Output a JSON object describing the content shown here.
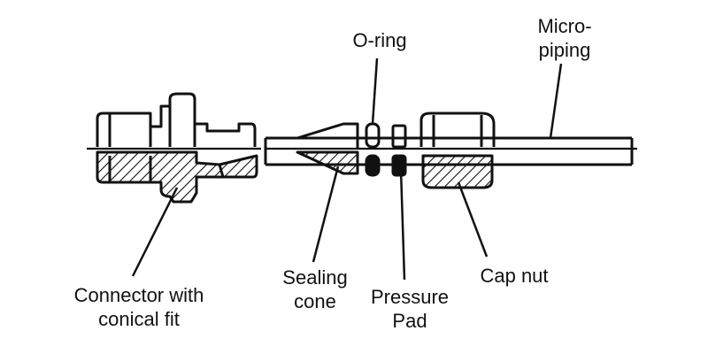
{
  "diagram": {
    "labels": {
      "connector": {
        "line1": "Connector with",
        "line2": "conical fit"
      },
      "sealing_cone": {
        "line1": "Sealing",
        "line2": "cone"
      },
      "pressure_pad": {
        "line1": "Pressure",
        "line2": "Pad"
      },
      "o_ring": {
        "line1": "O-ring"
      },
      "micro_piping": {
        "line1": "Micro-",
        "line2": "piping"
      },
      "cap_nut": {
        "line1": "Cap nut"
      }
    },
    "colors": {
      "ink": "#111111",
      "background": "#ffffff"
    }
  }
}
